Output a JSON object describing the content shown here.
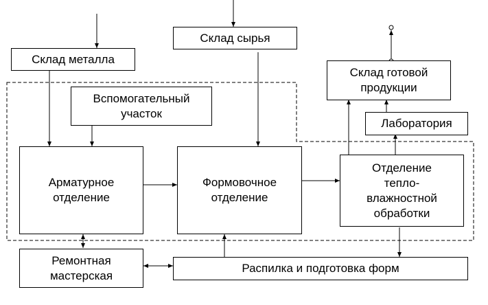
{
  "diagram": {
    "type": "flowchart",
    "colors": {
      "stroke": "#000000",
      "background": "#ffffff"
    },
    "nodes": {
      "metal_warehouse": {
        "label": "Склад металла"
      },
      "raw_warehouse": {
        "label": "Склад сырья"
      },
      "auxiliary_section": {
        "label": "Вспомогательный\nучасток"
      },
      "finished_warehouse": {
        "label": "Склад готовой\nпродукции"
      },
      "laboratory": {
        "label": "Лаборатория"
      },
      "reinforcement_dept": {
        "label": "Арматурное\nотделение"
      },
      "molding_dept": {
        "label": "Формовочное\nотделение"
      },
      "heat_treatment_dept": {
        "label": "Отделение\nтепло-\nвлажностной\nобработки"
      },
      "repair_shop": {
        "label": "Ремонтная\nмастерская"
      },
      "form_prep": {
        "label": "Распилка и подготовка форм"
      }
    },
    "edges": [
      {
        "from": "external-input",
        "to": "metal_warehouse"
      },
      {
        "from": "external-input",
        "to": "raw_warehouse"
      },
      {
        "from": "metal_warehouse",
        "to": "reinforcement_dept"
      },
      {
        "from": "auxiliary_section",
        "to": "reinforcement_dept"
      },
      {
        "from": "raw_warehouse",
        "to": "molding_dept"
      },
      {
        "from": "reinforcement_dept",
        "to": "molding_dept"
      },
      {
        "from": "molding_dept",
        "to": "heat_treatment_dept"
      },
      {
        "from": "heat_treatment_dept",
        "to": "finished_warehouse"
      },
      {
        "from": "heat_treatment_dept",
        "to": "laboratory"
      },
      {
        "from": "laboratory",
        "to": "finished_warehouse"
      },
      {
        "from": "finished_warehouse",
        "to": "external-output"
      },
      {
        "from": "heat_treatment_dept",
        "to": "form_prep"
      },
      {
        "from": "form_prep",
        "to": "molding_dept"
      },
      {
        "from": "reinforcement_dept",
        "to": "repair_shop",
        "bidirectional": true
      },
      {
        "from": "repair_shop",
        "to": "form_prep",
        "bidirectional": true
      }
    ],
    "groups": [
      {
        "name": "main-plant-boundary",
        "style": "dashed"
      }
    ]
  }
}
